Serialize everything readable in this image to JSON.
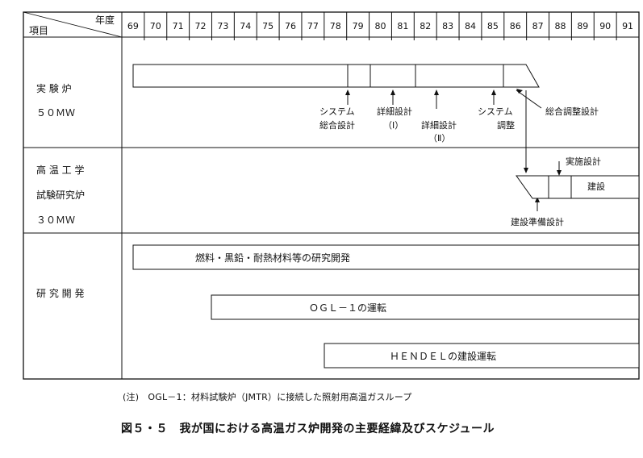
{
  "header": {
    "year_label": "年度",
    "item_label": "項目",
    "years": [
      "69",
      "70",
      "71",
      "72",
      "73",
      "74",
      "75",
      "76",
      "77",
      "78",
      "79",
      "80",
      "81",
      "82",
      "83",
      "84",
      "85",
      "86",
      "87",
      "88",
      "89",
      "90",
      "91"
    ]
  },
  "rows": [
    {
      "id": "exp",
      "lines": [
        "実 験 炉",
        "５０ＭＷ"
      ]
    },
    {
      "id": "htgr",
      "lines": [
        "高 温 工 学",
        "試験研究炉",
        "３０ＭＷ"
      ]
    },
    {
      "id": "rd",
      "lines": [
        "研 究 開 発"
      ]
    }
  ],
  "milestones": {
    "system_design": [
      "システム",
      "総合設計"
    ],
    "detail_design_1": [
      "詳細設計",
      "（Ⅰ）"
    ],
    "detail_design_2": [
      "詳細設計",
      "（Ⅱ）"
    ],
    "system_adjust": [
      "システム",
      "調整"
    ],
    "overall_adjust": "総合調整設計",
    "impl_design": "実施設計",
    "construction": "建設",
    "construction_prep": "建設準備設計"
  },
  "bars": {
    "fuel_rd": "燃料・黒鉛・耐熱材料等の研究開発",
    "ogl": "ＯＧＬ－１の運転",
    "hendel": "ＨＥＮＤＥＬの建設運転"
  },
  "note": "(注)　OGL－1：材料試験炉（JMTR）に接続した照射用高温ガスループ",
  "caption": "図５・５　我が国における高温ガス炉開発の主要経緯及びスケジュール"
}
